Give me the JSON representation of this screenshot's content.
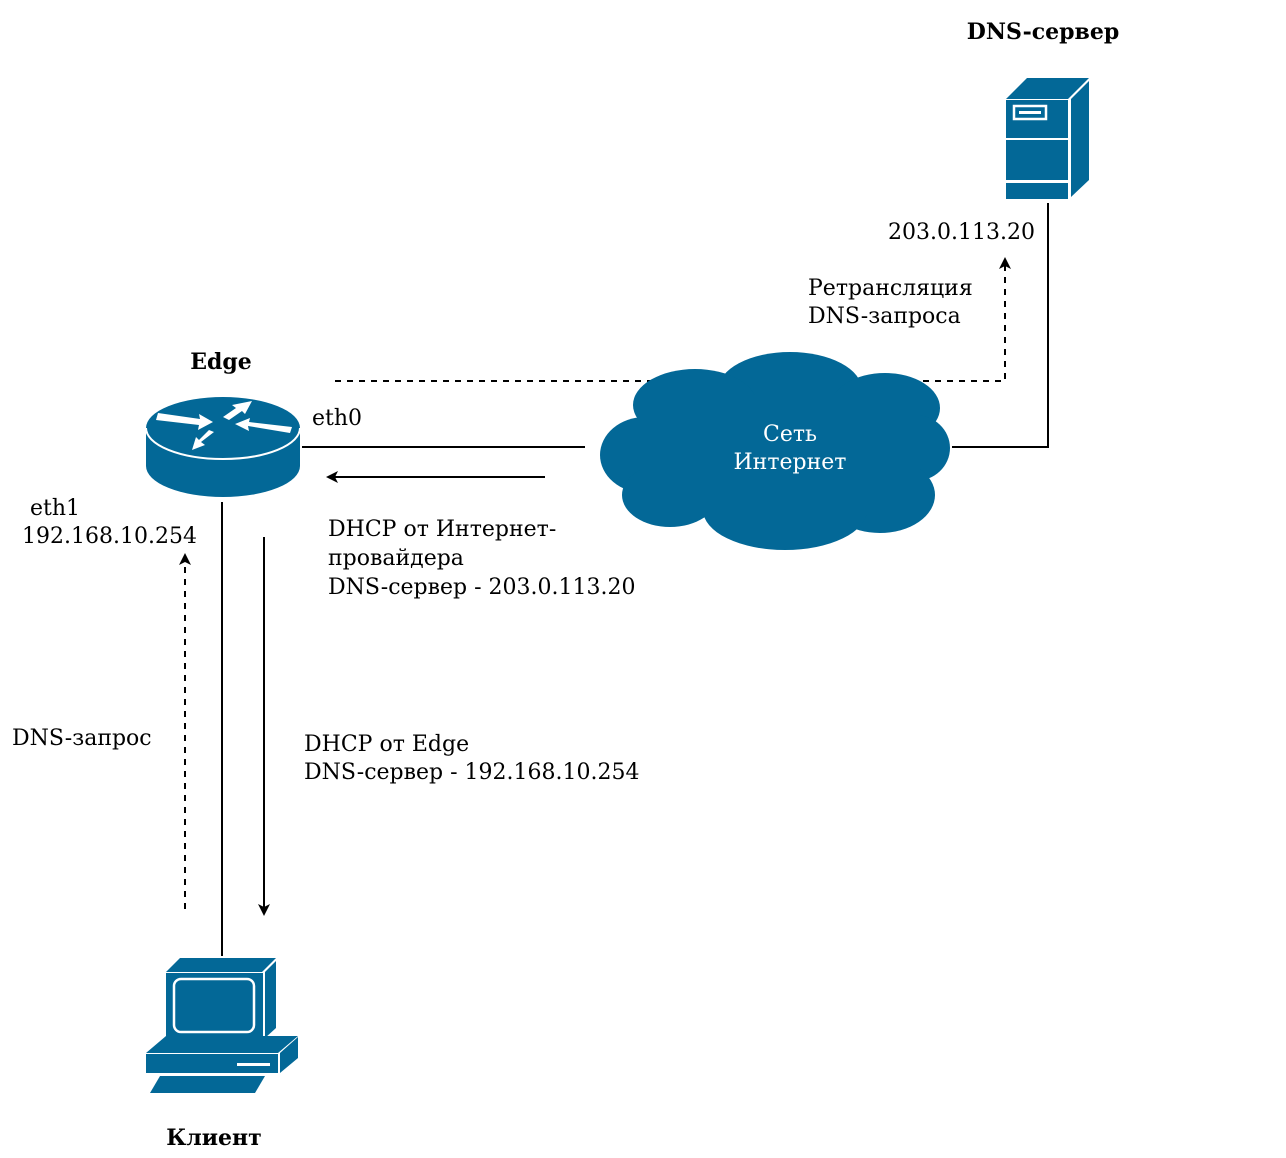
{
  "colors": {
    "icon_blue": "#036897",
    "line": "#000000",
    "background": "#ffffff",
    "cloud_text": "#ffffff"
  },
  "nodes": {
    "dns_server": {
      "title": "DNS-сервер",
      "ip": "203.0.113.20",
      "icon": "server-icon"
    },
    "edge": {
      "title": "Edge",
      "eth0": "eth0",
      "eth1": "eth1",
      "eth1_ip": "192.168.10.254",
      "icon": "router-icon"
    },
    "internet": {
      "line1": "Сеть",
      "line2": "Интернет",
      "icon": "cloud-icon"
    },
    "client": {
      "title": "Клиент",
      "icon": "workstation-icon"
    }
  },
  "annotations": {
    "relay": {
      "line1": "Ретрансляция",
      "line2": "DNS-запроса"
    },
    "isp_dhcp": {
      "line1": "DHCP от Интернет-",
      "line2": "провайдера",
      "line3": "DNS-сервер - 203.0.113.20"
    },
    "dns_request": "DNS-запрос",
    "edge_dhcp": {
      "line1": "DHCP от Edge",
      "line2": "DNS-сервер - 192.168.10.254"
    }
  }
}
